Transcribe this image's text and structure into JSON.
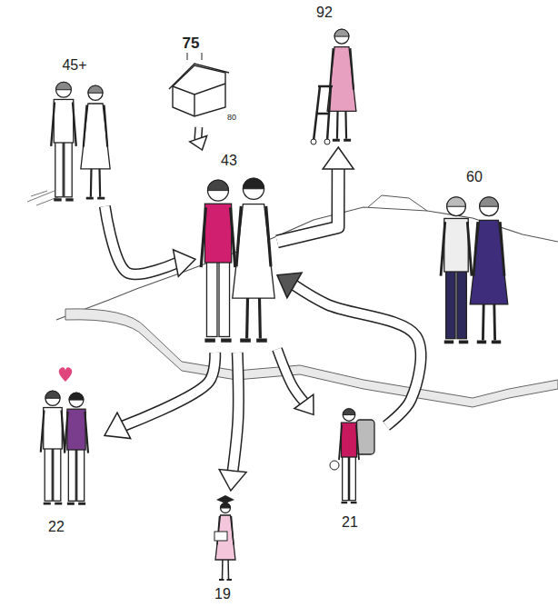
{
  "diagram": {
    "nodes": [
      {
        "text": [
          "45+"
        ]
      },
      {
        "text": [
          "75",
          "80"
        ]
      },
      {
        "text": [
          "92"
        ]
      },
      {
        "text": [
          "43"
        ]
      },
      {
        "text": [
          "60"
        ]
      },
      {
        "text": [
          "22"
        ]
      },
      {
        "text": [
          "19"
        ]
      },
      {
        "text": [
          "21"
        ]
      }
    ],
    "edges": [
      {
        "from": 0,
        "to": 3,
        "arrow": "to"
      },
      {
        "from": 1,
        "to": 3,
        "arrow": "to"
      },
      {
        "from": 3,
        "to": 2,
        "arrow": "to"
      },
      {
        "from": 3,
        "to": 5,
        "arrow": "to"
      },
      {
        "from": 3,
        "to": 6,
        "arrow": "to"
      },
      {
        "from": 3,
        "to": 7,
        "arrow": "to"
      },
      {
        "from": 7,
        "to": 3,
        "arrow": "to"
      }
    ]
  }
}
